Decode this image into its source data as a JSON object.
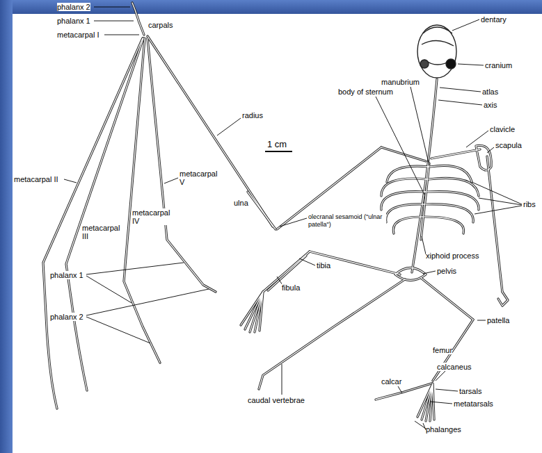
{
  "diagram": {
    "labels": [
      "phalanx 2",
      "phalanx 1",
      "carpals",
      "metacarpal I",
      "radius",
      "metacarpal II",
      "metacarpal V",
      "metacarpal IV",
      "ulna",
      "metacarpal III",
      "phalanx 1",
      "phalanx 2",
      "1 cm",
      "olecranal sesamoid (\"ulnar patella\")",
      "tibia",
      "fibula",
      "caudal vertebrae",
      "femur",
      "patella",
      "calcaneus",
      "calcar",
      "tarsals",
      "metatarsals",
      "phalanges",
      "xiphoid process",
      "pelvis",
      "ribs",
      "body of sternum",
      "manubrium",
      "dentary",
      "cranium",
      "atlas",
      "axis",
      "clavicle",
      "scapula"
    ]
  }
}
